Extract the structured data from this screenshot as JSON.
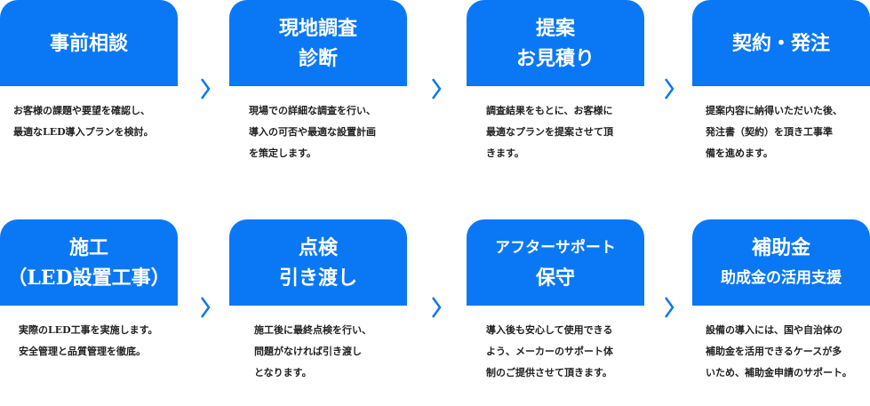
{
  "accent": "#0a78f5",
  "steps": [
    {
      "title": "事前相談",
      "subtitle": "",
      "text": "お客様の課題や要望を確認し、\n最適なLED導入プランを検討。"
    },
    {
      "title": "現地調査",
      "subtitle": "診断",
      "text": "現場での詳細な調査を行い、\n導入の可否や最適な設置計画\nを策定します。"
    },
    {
      "title": "提案",
      "subtitle": "お見積り",
      "text": "調査結果をもとに、お客様に\n最適なプランを提案させて頂\nきます。"
    },
    {
      "title": "契約・発注",
      "subtitle": "",
      "text": "提案内容に納得いただいた後、\n発注書（契約）を頂き工事準\n備を進めます。"
    },
    {
      "title": "施工",
      "subtitle": "（LED設置工事）",
      "text": "実際のLED工事を実施します。\n安全管理と品質管理を徹底。"
    },
    {
      "title": "点検",
      "subtitle": "引き渡し",
      "text": "施工後に最終点検を行い、\n問題がなければ引き渡し\nとなります。"
    },
    {
      "title": "アフターサポート",
      "subtitle": "保守",
      "text": "導入後も安心して使用できる\nよう、メーカーのサポート体\n制のご提供させて頂きます。"
    },
    {
      "title": "補助金",
      "subtitle": "助成金の活用支援",
      "text": "設備の導入には、国や自治体の\n補助金を活用できるケースが多\nいため、補助金申請のサポート。"
    }
  ]
}
